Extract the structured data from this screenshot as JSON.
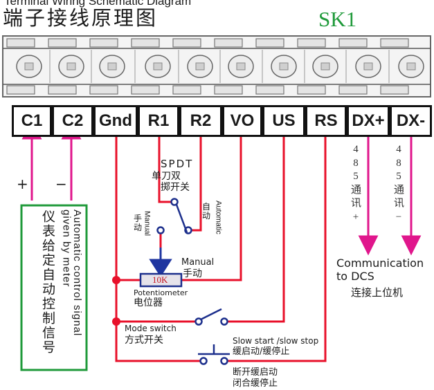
{
  "header": {
    "title_en": "Terminal Wiring Schematic Diagram",
    "title_cn": "端子接线原理图",
    "model": "SK1"
  },
  "terminals": [
    "C1",
    "C2",
    "Gnd",
    "R1",
    "R2",
    "VO",
    "US",
    "RS",
    "DX+",
    "DX-"
  ],
  "labels": {
    "plus": "+",
    "minus": "−",
    "auto_signal_en": "Automatic control signal given by meter",
    "auto_signal_cn": "仪表给定自动控制信号",
    "spdt_en": "SPDT",
    "spdt_cn1": "单刀双",
    "spdt_cn2": "掷开关",
    "manual_en": "Manual",
    "manual_cn": "手动",
    "automatic_en": "Automatic",
    "automatic_cn": "自动",
    "manual2_en": "Manual",
    "manual2_cn": "手动",
    "pot_value": "10K",
    "pot_en": "Potentiometer",
    "pot_cn": "电位器",
    "mode_en": "Mode switch",
    "mode_cn": "方式开关",
    "slow_en": "Slow start /slow stop",
    "slow_cn": "缓启动/缓停止",
    "slow_note1": "断开缓启动",
    "slow_note2": "闭合缓停止",
    "rs485_plus": "485通讯+",
    "rs485_minus": "485通讯−",
    "comm_en1": "Communication",
    "comm_en2": "to DCS",
    "comm_cn": "连接上位机"
  },
  "colors": {
    "wire": "#e8102a",
    "magenta": "#e0168c",
    "navy": "#1c2f8c",
    "green": "#1f9a3a",
    "blue": "#1f35a0"
  }
}
